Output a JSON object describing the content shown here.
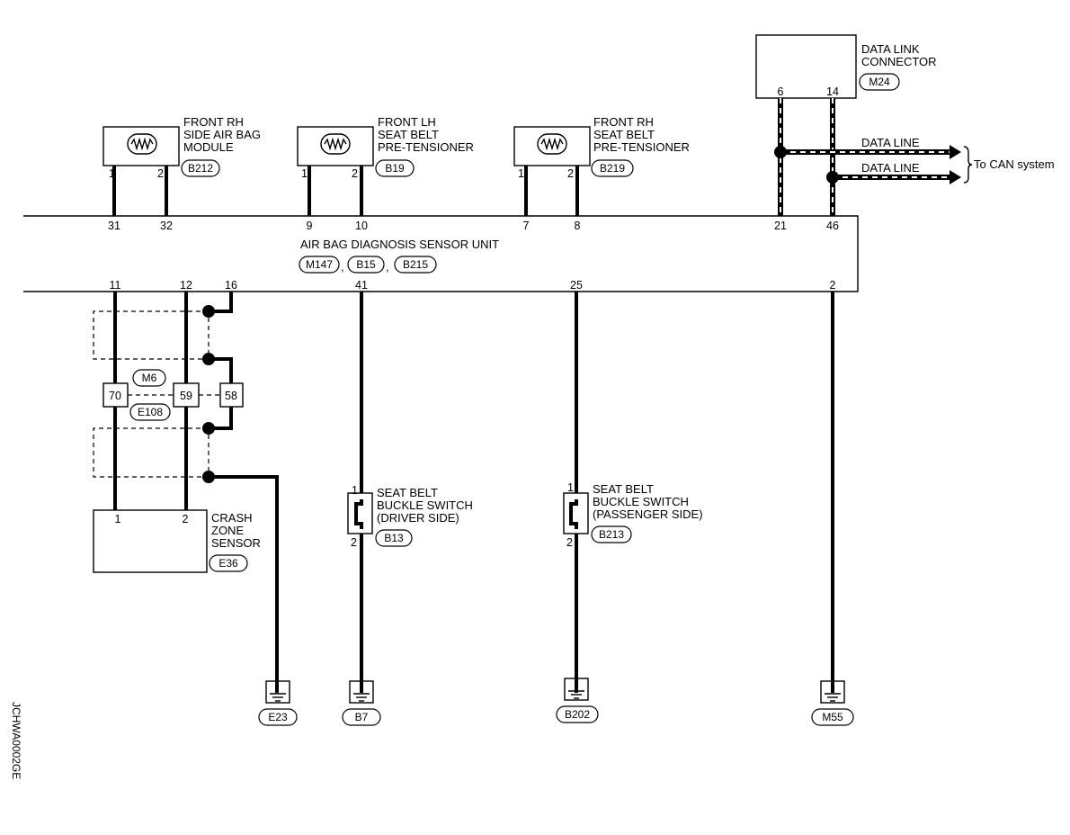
{
  "components": {
    "rh_side_airbag": {
      "lines": [
        "FRONT RH",
        "SIDE AIR BAG",
        "MODULE"
      ],
      "connector": "B212",
      "pin1": "1",
      "pin2": "2"
    },
    "lh_pretensioner": {
      "lines": [
        "FRONT LH",
        "SEAT BELT",
        "PRE-TENSIONER"
      ],
      "connector": "B19",
      "pin1": "1",
      "pin2": "2"
    },
    "rh_pretensioner": {
      "lines": [
        "FRONT RH",
        "SEAT BELT",
        "PRE-TENSIONER"
      ],
      "connector": "B219",
      "pin1": "1",
      "pin2": "2"
    },
    "data_link": {
      "lines": [
        "DATA LINK",
        "CONNECTOR"
      ],
      "connector": "M24",
      "pin_a": "6",
      "pin_b": "14"
    },
    "sensor_unit": {
      "label": "AIR BAG DIAGNOSIS SENSOR UNIT",
      "connectors": [
        "M147",
        "B15",
        "B215"
      ],
      "comma": ",",
      "top_pins": [
        "31",
        "32",
        "9",
        "10",
        "7",
        "8",
        "21",
        "46"
      ],
      "bottom_pins": [
        "11",
        "12",
        "16",
        "41",
        "25",
        "2"
      ]
    },
    "joint_connector": {
      "top": "M6",
      "bottom": "E108",
      "pins": [
        "70",
        "59",
        "58"
      ]
    },
    "crash_zone_sensor": {
      "lines": [
        "CRASH",
        "ZONE",
        "SENSOR"
      ],
      "connector": "E36",
      "pin1": "1",
      "pin2": "2"
    },
    "buckle_driver": {
      "lines": [
        "SEAT BELT",
        "BUCKLE SWITCH",
        "(DRIVER SIDE)"
      ],
      "connector": "B13",
      "pin1": "1",
      "pin2": "2"
    },
    "buckle_passenger": {
      "lines": [
        "SEAT BELT",
        "BUCKLE SWITCH",
        "(PASSENGER SIDE)"
      ],
      "connector": "B213",
      "pin1": "1",
      "pin2": "2"
    }
  },
  "data_lines": {
    "line1": "DATA LINE",
    "line2": "DATA LINE",
    "target": "To CAN system"
  },
  "grounds": [
    "E23",
    "B7",
    "B202",
    "M55"
  ],
  "figure_id": "JCHWA0002GE"
}
